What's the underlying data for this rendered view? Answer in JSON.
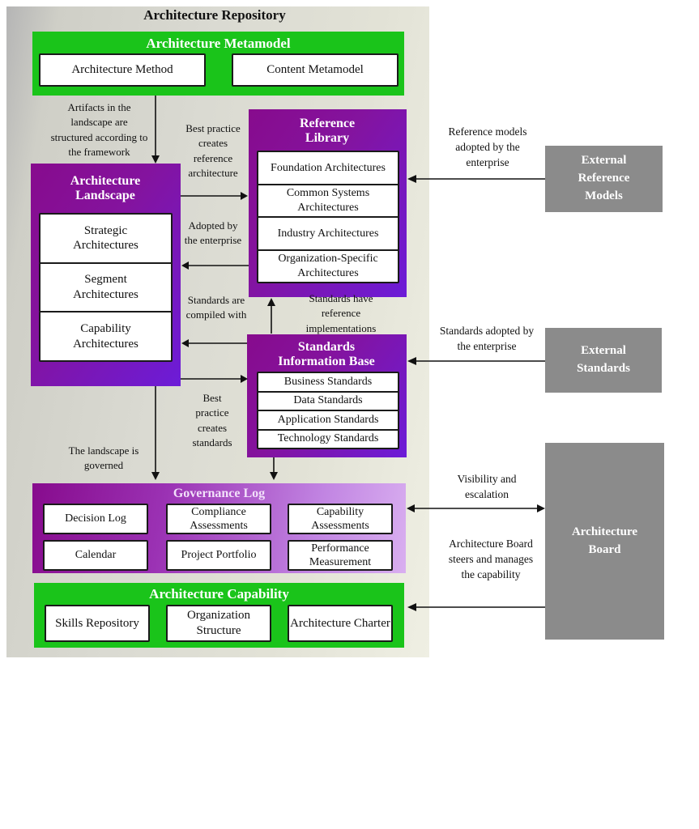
{
  "title": "Architecture Repository",
  "colors": {
    "green": "#1ac41a",
    "purple_dark": "#870b8d",
    "violet": "#6c1cd8",
    "lavender": "#d9aff0",
    "gray_box": "#8b8b8b",
    "panel_dark": "#b5b5b5",
    "panel_light": "#e9e9dd",
    "arrow": "#111111"
  },
  "metamodel": {
    "title": "Architecture Metamodel",
    "items": [
      "Architecture Method",
      "Content Metamodel"
    ]
  },
  "landscape": {
    "title": "Architecture Landscape",
    "items": [
      "Strategic Architectures",
      "Segment Architectures",
      "Capability Architectures"
    ]
  },
  "reference_library": {
    "title": "Reference Library",
    "items": [
      "Foundation Architectures",
      "Common Systems Architectures",
      "Industry Architectures",
      "Organization-Specific Architectures"
    ]
  },
  "standards_base": {
    "title": "Standards Information Base",
    "items": [
      "Business Standards",
      "Data Standards",
      "Application Standards",
      "Technology Standards"
    ]
  },
  "governance_log": {
    "title": "Governance Log",
    "cells": [
      [
        "Decision Log",
        "Compliance Assessments",
        "Capability Assessments"
      ],
      [
        "Calendar",
        "Project Portfolio",
        "Performance Measurement"
      ]
    ]
  },
  "architecture_capability": {
    "title": "Architecture Capability",
    "items": [
      "Skills Repository",
      "Organization Structure",
      "Architecture Charter"
    ]
  },
  "external": {
    "reference_models": "External Reference Models",
    "standards": "External Standards",
    "board": "Architecture Board"
  },
  "annotations": {
    "artifacts": "Artifacts in the landscape are structured according to the framework",
    "best_practice_reference": "Best practice creates reference architecture",
    "adopted": "Adopted by the enterprise",
    "standards_compiled": "Standards are compiled with",
    "standards_have_ref": "Standards have reference implementations",
    "best_practice_standards": "Best practice creates standards",
    "landscape_governed": "The landscape is governed",
    "reference_models_adopted": "Reference models adopted by the enterprise",
    "standards_adopted": "Standards adopted by the enterprise",
    "visibility": "Visibility and escalation",
    "board_steers": "Architecture Board steers and manages the capability"
  }
}
